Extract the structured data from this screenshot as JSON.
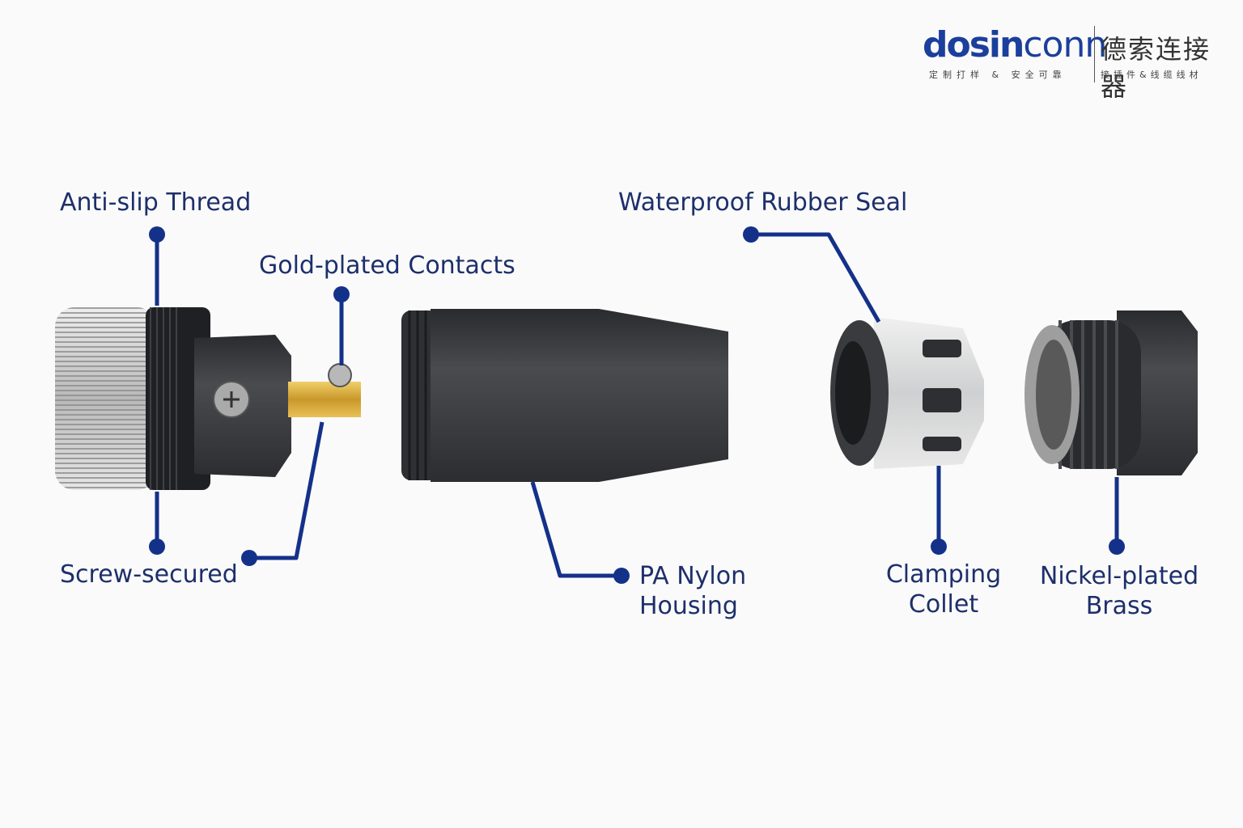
{
  "logo": {
    "brand_en_bold": "dosin",
    "brand_en_thin": "conn",
    "brand_cn": "德索连接器",
    "tagline_left": "定制打样 & 安全可靠",
    "tagline_right": "接插件&线缆线材"
  },
  "labels": {
    "anti_slip_thread": "Anti-slip Thread",
    "gold_plated_contacts": "Gold-plated Contacts",
    "screw_secured": "Screw-secured",
    "waterproof_rubber_seal": "Waterproof Rubber Seal",
    "pa_nylon_housing_line1": "PA Nylon",
    "pa_nylon_housing_line2": "Housing",
    "clamping_collet_line1": "Clamping",
    "clamping_collet_line2": "Collet",
    "nickel_plated_brass_line1": "Nickel-plated",
    "nickel_plated_brass_line2": "Brass"
  },
  "colors": {
    "accent": "#1d2f6b",
    "leader": "#14318a",
    "brand": "#1b3f9c",
    "housing": "#3c3d40",
    "gold": "#d4a633",
    "silver": "#cfcfcf",
    "collet_grey": "#d9dadb"
  }
}
